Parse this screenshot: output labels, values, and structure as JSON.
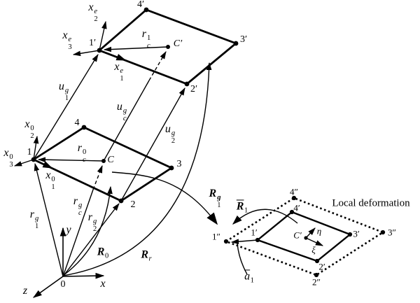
{
  "colors": {
    "ink": "#000000",
    "background": "#ffffff"
  },
  "main_diagram": {
    "origin": {
      "label": "0",
      "x_axis": "x",
      "y_axis": "y",
      "z_axis": "z"
    },
    "initial_element": {
      "nodes": {
        "n1": "1",
        "n2": "2",
        "n3": "3",
        "n4": "4",
        "centroid": "C"
      },
      "axes": {
        "x1": {
          "base": "x",
          "sub": "1",
          "sup": "0"
        },
        "x2": {
          "base": "x",
          "sub": "2",
          "sup": "0"
        },
        "x3": {
          "base": "x",
          "sub": "3",
          "sup": "0"
        }
      },
      "centroid_vector": {
        "base": "r",
        "sub": "c",
        "sup": "0"
      }
    },
    "deformed_element": {
      "nodes": {
        "n1": "1′",
        "n2": "2′",
        "n3": "3′",
        "n4": "4′",
        "centroid": "C′"
      },
      "axes": {
        "x1": {
          "base": "x",
          "sub": "1",
          "sup": "e"
        },
        "x2": {
          "base": "x",
          "sub": "2",
          "sup": "e"
        },
        "x3": {
          "base": "x",
          "sub": "3",
          "sup": "e"
        }
      },
      "centroid_vector": {
        "base": "r",
        "sub": "c",
        "sup": "1"
      }
    },
    "position_vectors": {
      "r1": {
        "base": "r",
        "sub": "1",
        "sup": "g"
      },
      "r2": {
        "base": "r",
        "sub": "2",
        "sup": "g"
      },
      "rc": {
        "base": "r",
        "sub": "c",
        "sup": "g"
      }
    },
    "displacement_vectors": {
      "u1": {
        "base": "u",
        "sub": "1",
        "sup": "g"
      },
      "u2": {
        "base": "u",
        "sub": "2",
        "sup": "g"
      },
      "uc": {
        "base": "u",
        "sub": "c",
        "sup": "g"
      }
    },
    "rotations": {
      "R0": {
        "base": "R",
        "sub": "0"
      },
      "Rr": {
        "base": "R",
        "sub": "r"
      },
      "R1g": {
        "base": "R",
        "sub": "1",
        "sup": "g"
      }
    }
  },
  "inset_diagram": {
    "caption": "Local deformation",
    "rotation": {
      "base": "R",
      "sub": "1"
    },
    "deformation_vector": {
      "base": "a",
      "sub": "1"
    },
    "corotated_nodes": {
      "n1": "1′",
      "n2": "2′",
      "n3": "3′",
      "n4": "4′",
      "centroid": "C′"
    },
    "deformed_nodes": {
      "n1": "1″",
      "n2": "2″",
      "n3": "3″",
      "n4": "4″"
    },
    "local_axes": {
      "eta": "η",
      "xi": "ξ"
    }
  }
}
